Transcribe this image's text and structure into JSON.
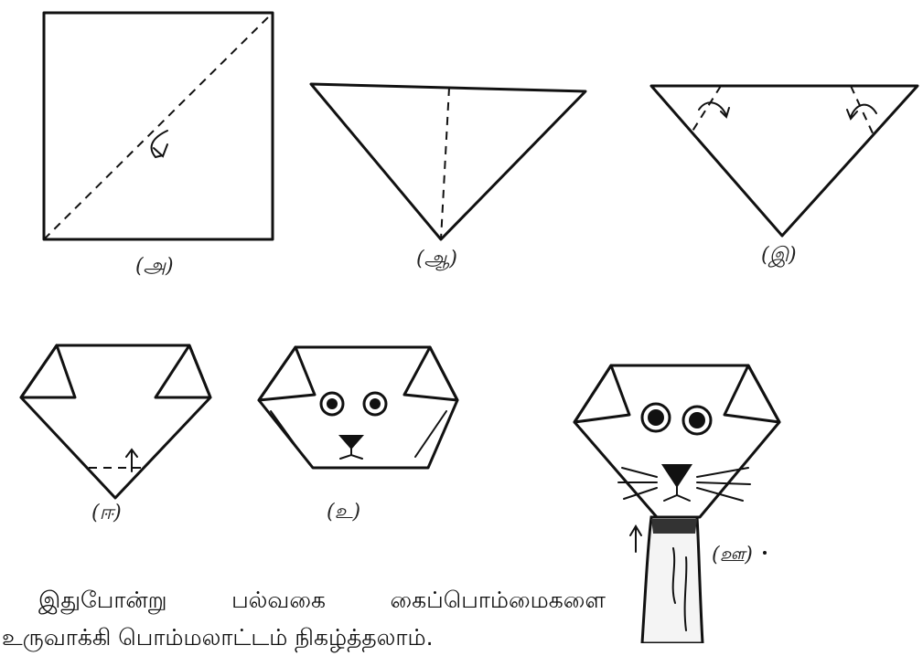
{
  "steps": [
    {
      "id": "a",
      "label": "(அ)"
    },
    {
      "id": "b",
      "label": "(ஆ)"
    },
    {
      "id": "c",
      "label": "(இ)"
    },
    {
      "id": "d",
      "label": "(ஈ)"
    },
    {
      "id": "e",
      "label": "(உ)"
    },
    {
      "id": "f",
      "label": "(ஊ)"
    }
  ],
  "caption": {
    "line1": "இதுபோன்று பல்வகை கைப்பொம்மைகளை",
    "line2": "உருவாக்கி பொம்மலாட்டம் நிகழ்த்தலாம்."
  },
  "colors": {
    "ink": "#111111",
    "paper": "#ffffff"
  }
}
